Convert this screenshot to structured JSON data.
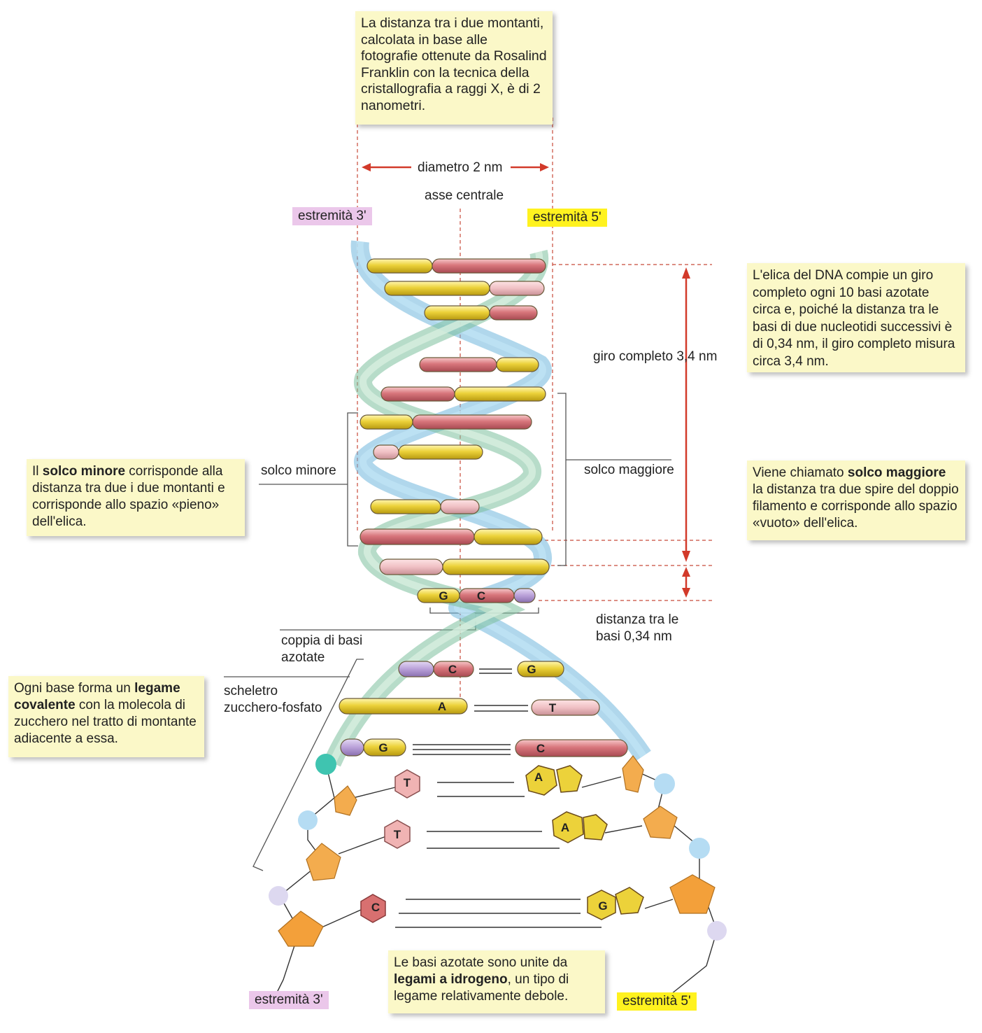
{
  "top_note": "La distanza tra i due montanti, calcolata in base alle fotografie ottenute da Rosalind Franklin con la tecnica della cristallografia a raggi X, è di 2 nanometri.",
  "diameter_label": "diametro 2 nm",
  "axis_label": "asse centrale",
  "end3_top": "estremità 3'",
  "end5_top": "estremità 5'",
  "turn_note": "L'elica del DNA compie un giro completo ogni 10 basi azotate circa e, poiché la distanza tra le basi di due nucleotidi successivi è di 0,34 nm, il giro completo misura circa 3,4 nm.",
  "turn_label": "giro completo 3,4 nm",
  "minor_note": {
    "pre": "Il ",
    "bold": "solco minore",
    "post": " corrisponde alla distanza tra due i due montanti e corrisponde allo spazio «pieno» dell'elica."
  },
  "minor_label": "solco minore",
  "major_label": "solco maggiore",
  "major_note": {
    "pre": "Viene chiamato ",
    "bold": "solco maggiore",
    "post": " la distanza tra due spire del doppio filamento e corrisponde allo spazio «vuoto» dell'elica."
  },
  "base_distance_label_1": "distanza tra le",
  "base_distance_label_2": "basi 0,34 nm",
  "pair_label_1": "coppia di basi",
  "pair_label_2": "azotate",
  "backbone_label_1": "scheletro",
  "backbone_label_2": "zucchero-fosfato",
  "covalent_note": {
    "pre": "Ogni base forma un ",
    "bold": "legame covalente",
    "post": " con la molecola di zucchero nel tratto di montante adiacente a essa."
  },
  "hbond_note": {
    "pre": "Le basi azotate sono unite da ",
    "bold": "legami a idrogeno",
    "post": ", un tipo di legame relativamente debole."
  },
  "end3_bottom": "estremità 3'",
  "end5_bottom": "estremità 5'",
  "base_letters": {
    "pair_gc_left": "G",
    "pair_gc_right": "C",
    "row1_left": "C",
    "row1_right": "G",
    "row2_left": "A",
    "row2_right": "T",
    "row3_left": "G",
    "row3_right": "C",
    "flat1_left": "T",
    "flat1_right": "A",
    "flat2_left": "T",
    "flat2_right": "A",
    "flat3_left": "C",
    "flat3_right": "G"
  },
  "colors": {
    "note_bg": "#fbf8c8",
    "pink_tag": "#ebc7ea",
    "yellow_tag": "#fff21f",
    "base_yellow": "#ecd23a",
    "base_pink": "#d8767c",
    "base_lightpink": "#f0c0c4",
    "base_purple": "#b9a0d8",
    "strand_blue": "#8ec9e6",
    "strand_green": "#a9d5bc",
    "arrow_red": "#d23a2a",
    "sugar_orange": "#f3ac4e",
    "phosphate_blue": "#b5dcf3"
  }
}
